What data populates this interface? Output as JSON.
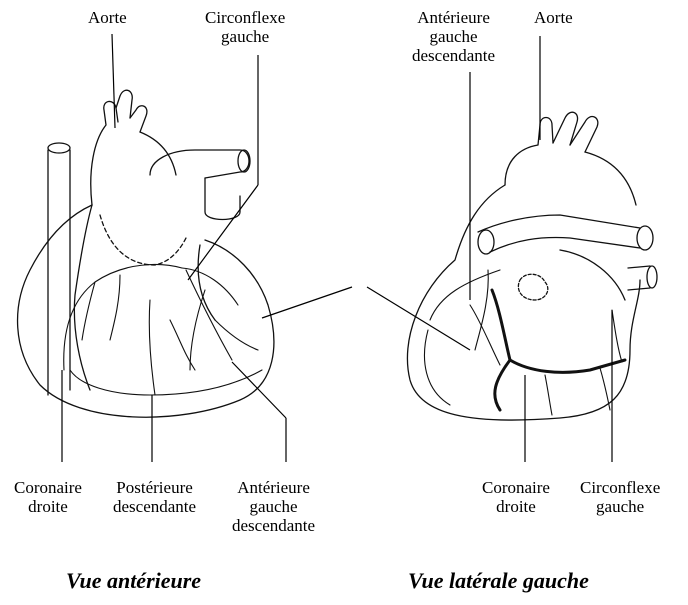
{
  "anterior": {
    "caption": "Vue antérieure",
    "labels": {
      "aorte": "Aorte",
      "circonflexe_1": "Circonflexe",
      "circonflexe_2": "gauche",
      "coronaire_1": "Coronaire",
      "coronaire_2": "droite",
      "posterieure_1": "Postérieure",
      "posterieure_2": "descendante",
      "anterieure_1": "Antérieure",
      "anterieure_2": "gauche",
      "anterieure_3": "descendante"
    }
  },
  "lateral": {
    "caption": "Vue latérale gauche",
    "labels": {
      "anterieure_1": "Antérieure",
      "anterieure_2": "gauche",
      "anterieure_3": "descendante",
      "aorte": "Aorte",
      "coronaire_1": "Coronaire",
      "coronaire_2": "droite",
      "circonflexe_1": "Circonflexe",
      "circonflexe_2": "gauche"
    }
  }
}
